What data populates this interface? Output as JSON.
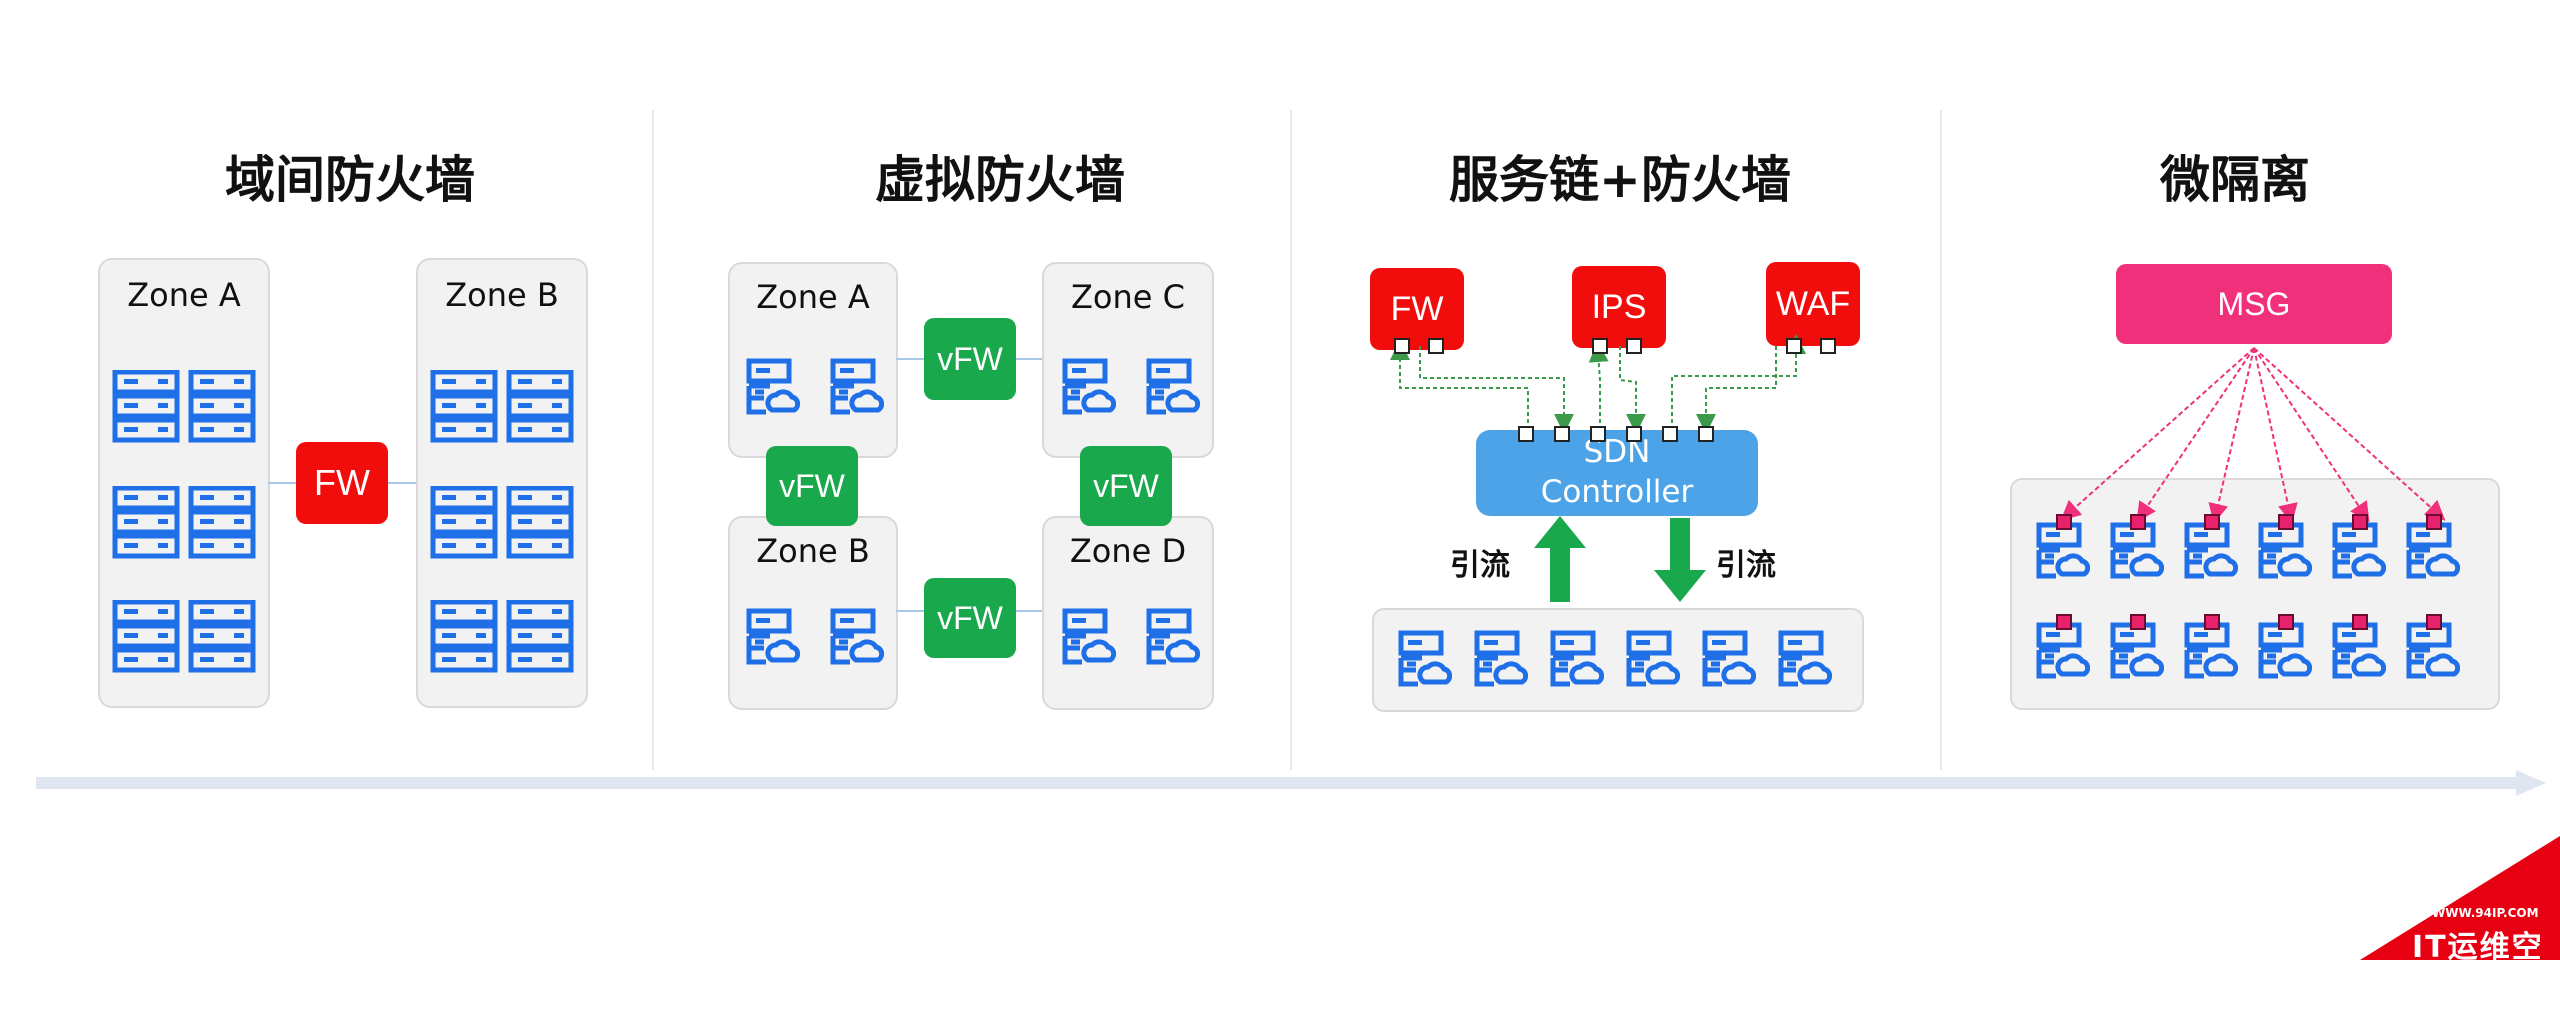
{
  "sections": [
    {
      "title": "域间防火墙",
      "zones": [
        "Zone A",
        "Zone B"
      ],
      "fw": "FW"
    },
    {
      "title": "虚拟防火墙",
      "zones": [
        "Zone A",
        "Zone C",
        "Zone B",
        "Zone D"
      ],
      "vfw": [
        "vFW",
        "vFW",
        "vFW",
        "vFW"
      ]
    },
    {
      "title": "服务链+防火墙",
      "services": [
        "FW",
        "IPS",
        "WAF"
      ],
      "controller": [
        "SDN",
        "Controller"
      ],
      "flow_left": "引流",
      "flow_right": "引流"
    },
    {
      "title": "微隔离",
      "msg": "MSG"
    }
  ],
  "watermark": {
    "small": "WWW.94IP.COM",
    "large": "IT运维空间"
  },
  "colors": {
    "blue": "#1e6fe8",
    "red": "#f20d0d",
    "green": "#19a84c",
    "pink": "#f0307a",
    "controller": "#4da3e8",
    "gray_panel": "#f2f2f2"
  }
}
